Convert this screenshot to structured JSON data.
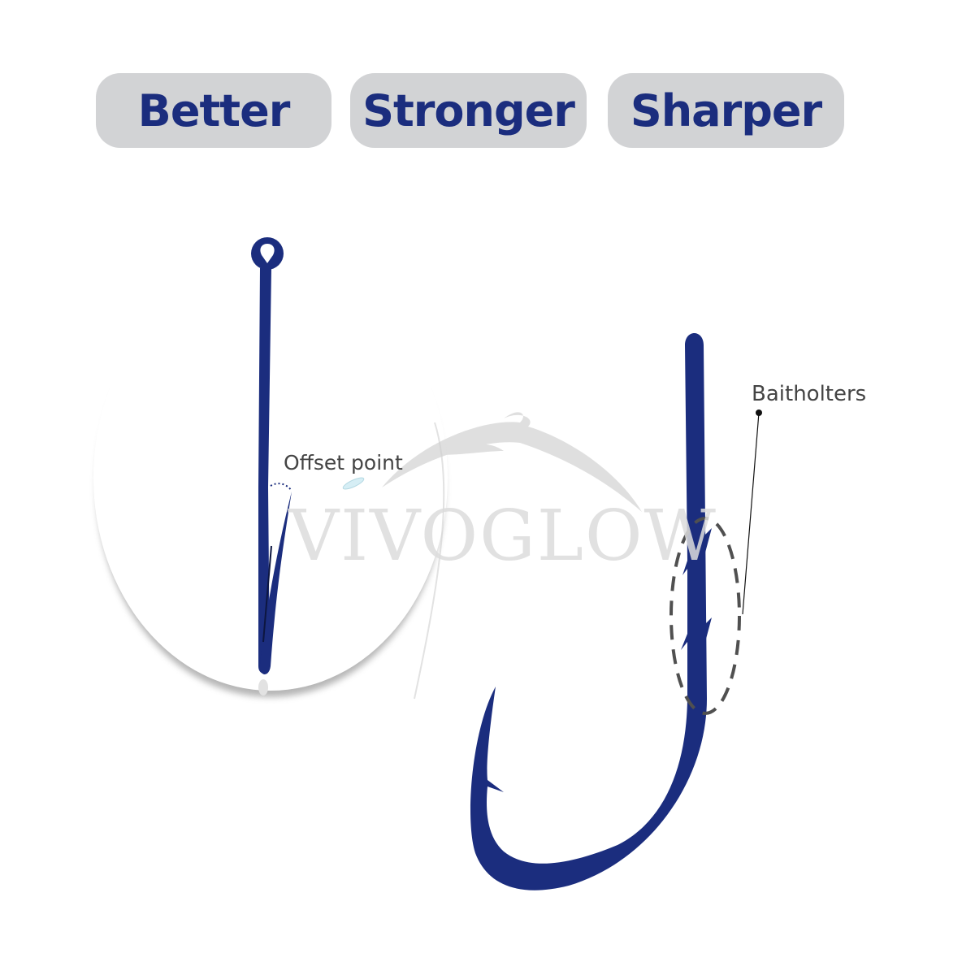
{
  "header": {
    "badges": [
      {
        "label": "Better"
      },
      {
        "label": "Stronger"
      },
      {
        "label": "Sharper"
      }
    ]
  },
  "annotations": {
    "offset_point": "Offset point",
    "baitholders": "Baitholters"
  },
  "watermark": {
    "brand": "VIVOGLOW"
  },
  "colors": {
    "hook_blue": "#1b2d7e",
    "badge_bg": "#d2d3d5",
    "annotation_text": "#444444",
    "watermark_gray": "#dcdcdc"
  }
}
